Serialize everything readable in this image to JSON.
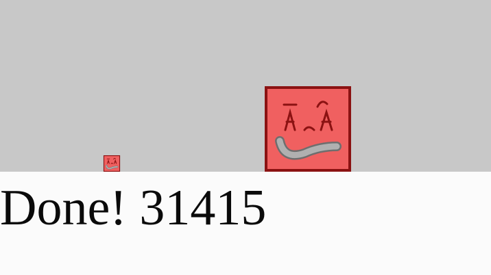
{
  "game": {
    "background_color": "#c8c8c8",
    "ground_color": "#fbfbfb"
  },
  "characters": [
    {
      "name": "small-red-face",
      "fill_color": "#f06060",
      "border_color": "#8b1212",
      "eye_color": "#8b1212",
      "mouth_color": "#a8a8a8"
    },
    {
      "name": "large-red-face",
      "fill_color": "#f06060",
      "border_color": "#8b1212",
      "eye_color": "#8b1212",
      "mouth_color": "#a8a8a8"
    }
  ],
  "status": {
    "message": "Done! 31415"
  }
}
